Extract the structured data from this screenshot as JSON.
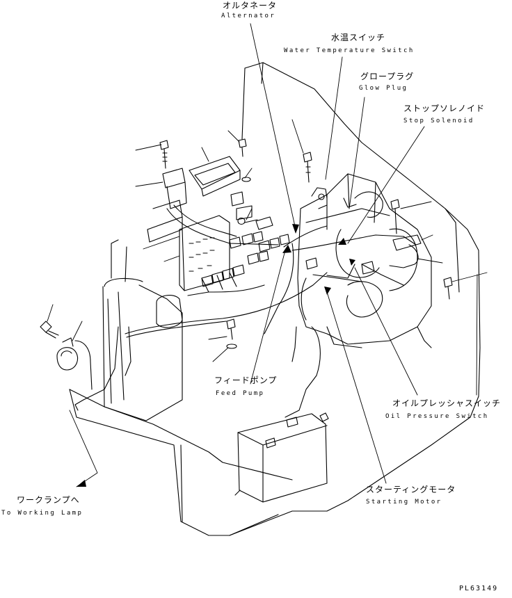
{
  "callouts": [
    {
      "key": "alternator",
      "jp": "オルタネータ",
      "en": "Alternator"
    },
    {
      "key": "water_temp",
      "jp": "水温スイッチ",
      "en": "Water Temperature Switch"
    },
    {
      "key": "glow_plug",
      "jp": "グロープラグ",
      "en": "Glow Plug"
    },
    {
      "key": "stop_solenoid",
      "jp": "ストップソレノイド",
      "en": "Stop Solenoid"
    },
    {
      "key": "feed_pump",
      "jp": "フィードポンプ",
      "en": "Feed Pump"
    },
    {
      "key": "oil_pressure",
      "jp": "オイルプレッシャスイッチ",
      "en": "Oil Pressure Switch"
    },
    {
      "key": "starting_motor",
      "jp": "スターティングモータ",
      "en": "Starting Motor"
    },
    {
      "key": "work_lamp",
      "jp": "ワークランプへ",
      "en": "To Working Lamp"
    }
  ],
  "drawing_code": "PL63149",
  "colors": {
    "ink": "#000000",
    "paper": "#ffffff"
  }
}
